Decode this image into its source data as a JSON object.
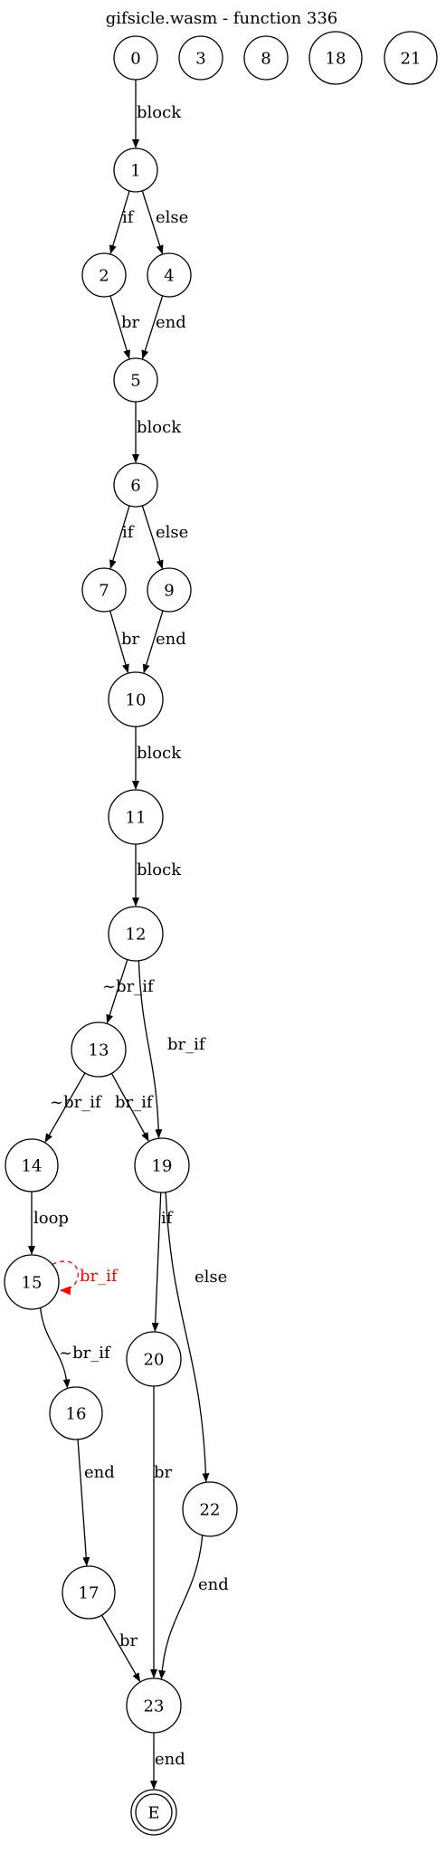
{
  "title": "gifsicle.wasm - function 336",
  "nodes": [
    {
      "id": "n0",
      "label": "0"
    },
    {
      "id": "n3",
      "label": "3"
    },
    {
      "id": "n8",
      "label": "8"
    },
    {
      "id": "n18",
      "label": "18"
    },
    {
      "id": "n21",
      "label": "21"
    },
    {
      "id": "n1",
      "label": "1"
    },
    {
      "id": "n2",
      "label": "2"
    },
    {
      "id": "n4",
      "label": "4"
    },
    {
      "id": "n5",
      "label": "5"
    },
    {
      "id": "n6",
      "label": "6"
    },
    {
      "id": "n7",
      "label": "7"
    },
    {
      "id": "n9",
      "label": "9"
    },
    {
      "id": "n10",
      "label": "10"
    },
    {
      "id": "n11",
      "label": "11"
    },
    {
      "id": "n12",
      "label": "12"
    },
    {
      "id": "n13",
      "label": "13"
    },
    {
      "id": "n14",
      "label": "14"
    },
    {
      "id": "n19",
      "label": "19"
    },
    {
      "id": "n15",
      "label": "15"
    },
    {
      "id": "n20",
      "label": "20"
    },
    {
      "id": "n16",
      "label": "16"
    },
    {
      "id": "n22",
      "label": "22"
    },
    {
      "id": "n17",
      "label": "17"
    },
    {
      "id": "n23",
      "label": "23"
    },
    {
      "id": "nE",
      "label": "E",
      "final": true
    }
  ],
  "edges": [
    {
      "from": "n0",
      "to": "n1",
      "label": "block"
    },
    {
      "from": "n1",
      "to": "n2",
      "label": "if"
    },
    {
      "from": "n1",
      "to": "n4",
      "label": "else"
    },
    {
      "from": "n2",
      "to": "n5",
      "label": "br"
    },
    {
      "from": "n4",
      "to": "n5",
      "label": "end"
    },
    {
      "from": "n5",
      "to": "n6",
      "label": "block"
    },
    {
      "from": "n6",
      "to": "n7",
      "label": "if"
    },
    {
      "from": "n6",
      "to": "n9",
      "label": "else"
    },
    {
      "from": "n7",
      "to": "n10",
      "label": "br"
    },
    {
      "from": "n9",
      "to": "n10",
      "label": "end"
    },
    {
      "from": "n10",
      "to": "n11",
      "label": "block"
    },
    {
      "from": "n11",
      "to": "n12",
      "label": "block"
    },
    {
      "from": "n12",
      "to": "n13",
      "label": "~br_if"
    },
    {
      "from": "n12",
      "to": "n19",
      "label": "br_if"
    },
    {
      "from": "n13",
      "to": "n14",
      "label": "~br_if"
    },
    {
      "from": "n13",
      "to": "n19",
      "label": "br_if"
    },
    {
      "from": "n14",
      "to": "n15",
      "label": "loop"
    },
    {
      "from": "n15",
      "to": "n15",
      "label": "br_if",
      "color": "#ff0000",
      "dashed": true
    },
    {
      "from": "n15",
      "to": "n16",
      "label": "~br_if"
    },
    {
      "from": "n16",
      "to": "n17",
      "label": "end"
    },
    {
      "from": "n17",
      "to": "n23",
      "label": "br"
    },
    {
      "from": "n19",
      "to": "n20",
      "label": "if"
    },
    {
      "from": "n19",
      "to": "n22",
      "label": "else"
    },
    {
      "from": "n20",
      "to": "n23",
      "label": "br"
    },
    {
      "from": "n22",
      "to": "n23",
      "label": "end"
    },
    {
      "from": "n23",
      "to": "nE",
      "label": "end"
    }
  ]
}
